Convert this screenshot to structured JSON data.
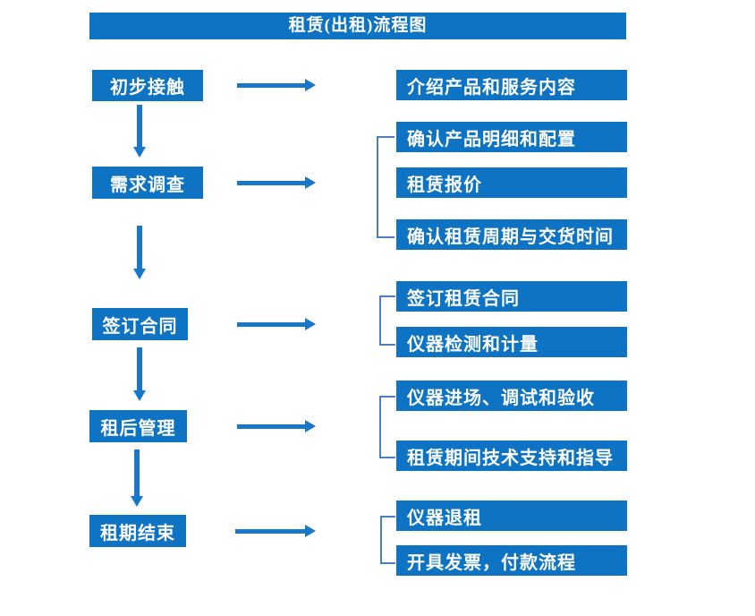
{
  "title": "租赁(出租)流程图",
  "colors": {
    "box_fill": "#0d73c2",
    "arrow": "#1877c9",
    "bracket": "#4d7ec0",
    "text": "#ffffff",
    "background": "#ffffff"
  },
  "steps": [
    {
      "label": "初步接触",
      "details": [
        "介绍产品和服务内容"
      ]
    },
    {
      "label": "需求调查",
      "details": [
        "确认产品明细和配置",
        "租赁报价",
        "确认租赁周期与交货时间"
      ]
    },
    {
      "label": "签订合同",
      "details": [
        "签订租赁合同",
        "仪器检测和计量"
      ]
    },
    {
      "label": "租后管理",
      "details": [
        "仪器进场、调试和验收",
        "租赁期间技术支持和指导"
      ]
    },
    {
      "label": "租期结束",
      "details": [
        "仪器退租",
        "开具发票，付款流程"
      ]
    }
  ]
}
